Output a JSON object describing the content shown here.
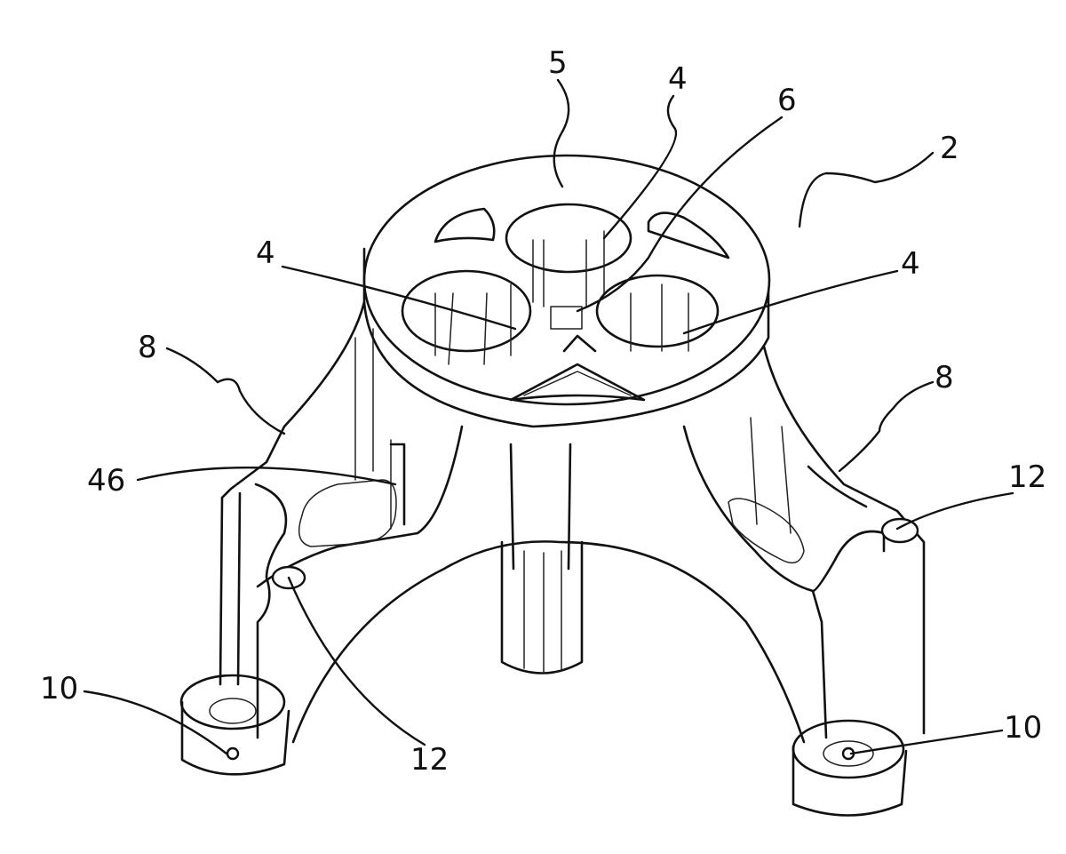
{
  "labels": {
    "l5": "5",
    "l4_top": "4",
    "l6": "6",
    "l2": "2",
    "l4_left": "4",
    "l4_right": "4",
    "l8_left": "8",
    "l8_right": "8",
    "l46": "46",
    "l12_right": "12",
    "l12_bottom": "12",
    "l10_left": "10",
    "l10_right": "10"
  }
}
